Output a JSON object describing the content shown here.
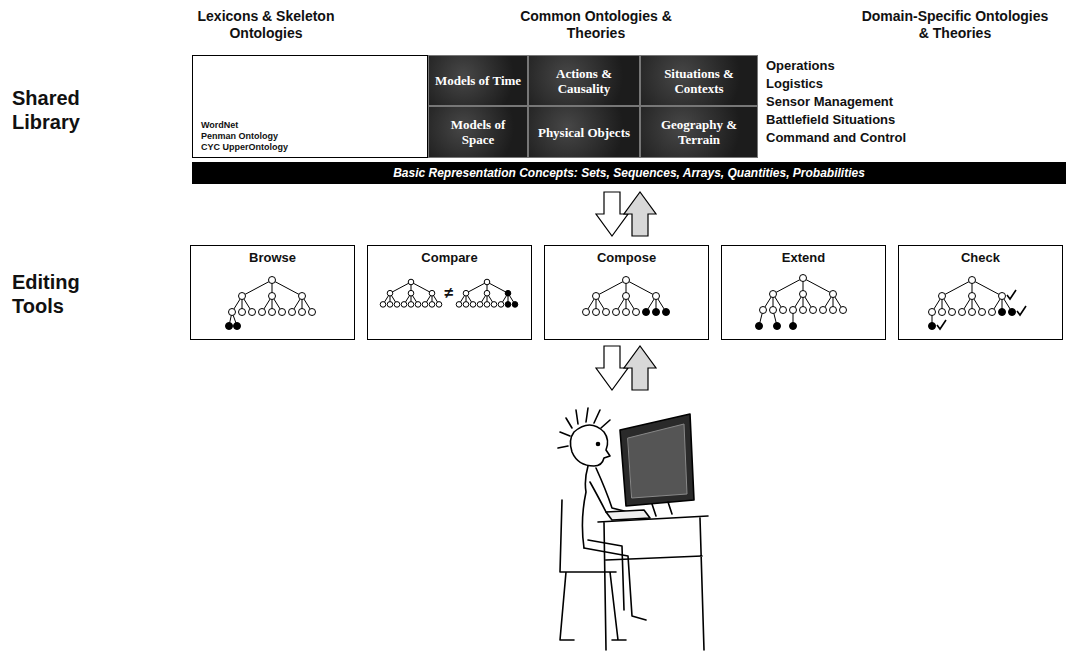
{
  "diagram": {
    "nodes": [
      {
        "text": [
          "WordNet",
          "Penman Ontology",
          "CYC UpperOntology"
        ]
      },
      {
        "text": [
          "Models of Time"
        ]
      },
      {
        "text": [
          "Actions & Causality"
        ]
      },
      {
        "text": [
          "Situations & Contexts"
        ]
      },
      {
        "text": [
          "Operations",
          "Logistics",
          "Sensor Management",
          "Battlefield Situations",
          "Command and Control"
        ]
      },
      {
        "text": [
          "Models of Space"
        ]
      },
      {
        "text": [
          "Physical Objects"
        ]
      },
      {
        "text": [
          "Geography & Terrain"
        ]
      },
      {
        "text": [
          "Basic Representation Concepts: Sets, Sequences, Arrays, Quantities, Probabilities"
        ]
      },
      {
        "text": [
          "Browse"
        ]
      },
      {
        "text": [
          "Compare"
        ]
      },
      {
        "text": [
          "Compose"
        ]
      },
      {
        "text": [
          "Extend"
        ]
      },
      {
        "text": [
          "Check"
        ]
      }
    ],
    "labels": [
      "Lexicons & Skeleton Ontologies",
      "Common Ontologies & Theories",
      "Domain-Specific Ontologies & Theories",
      "Shared Library",
      "Editing Tools",
      "≠"
    ]
  }
}
